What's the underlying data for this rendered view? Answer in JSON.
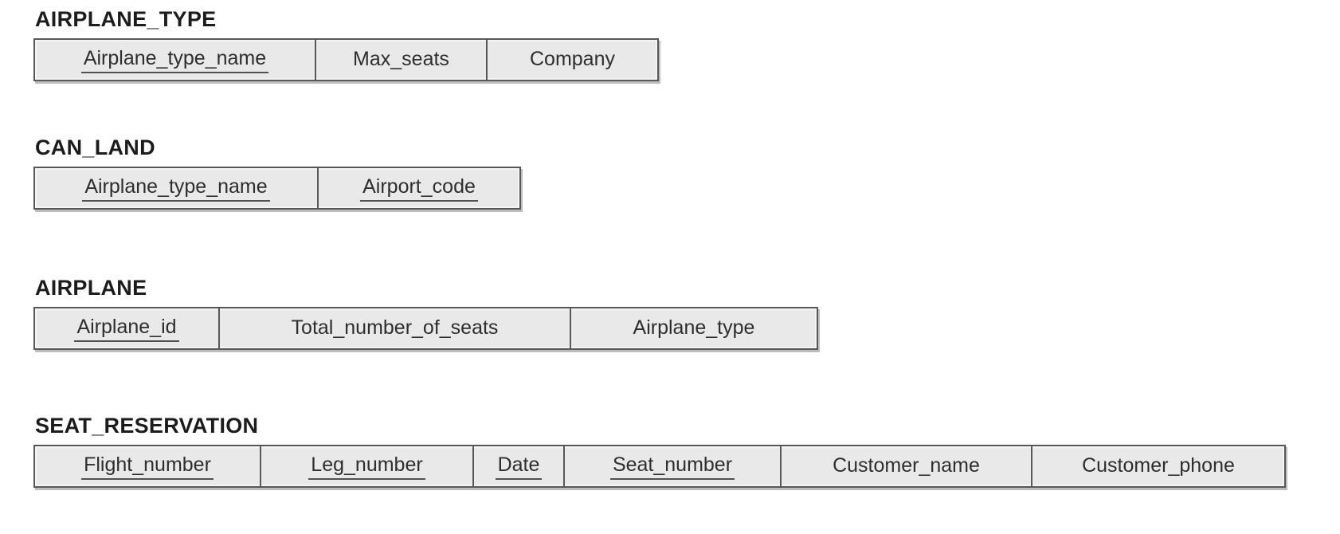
{
  "figure": {
    "kind": "relational-schema-diagram",
    "background": "#ffffff"
  },
  "colors": {
    "cell_bg": "#e9e9e9",
    "border": "#57585a",
    "title_text": "#1c1c1c",
    "cell_text": "#2e2e2e",
    "key_underline": "#525252",
    "shadow": "#bcbcbc"
  },
  "relations": [
    {
      "name": "AIRPLANE_TYPE",
      "attributes": [
        {
          "label": "Airplane_type_name",
          "is_key": true
        },
        {
          "label": "Max_seats",
          "is_key": false
        },
        {
          "label": "Company",
          "is_key": false
        }
      ]
    },
    {
      "name": "CAN_LAND",
      "attributes": [
        {
          "label": "Airplane_type_name",
          "is_key": true
        },
        {
          "label": "Airport_code",
          "is_key": true
        }
      ]
    },
    {
      "name": "AIRPLANE",
      "attributes": [
        {
          "label": "Airplane_id",
          "is_key": true
        },
        {
          "label": "Total_number_of_seats",
          "is_key": false
        },
        {
          "label": "Airplane_type",
          "is_key": false
        }
      ]
    },
    {
      "name": "SEAT_RESERVATION",
      "attributes": [
        {
          "label": "Flight_number",
          "is_key": true
        },
        {
          "label": "Leg_number",
          "is_key": true
        },
        {
          "label": "Date",
          "is_key": true
        },
        {
          "label": "Seat_number",
          "is_key": true
        },
        {
          "label": "Customer_name",
          "is_key": false
        },
        {
          "label": "Customer_phone",
          "is_key": false
        }
      ]
    }
  ]
}
